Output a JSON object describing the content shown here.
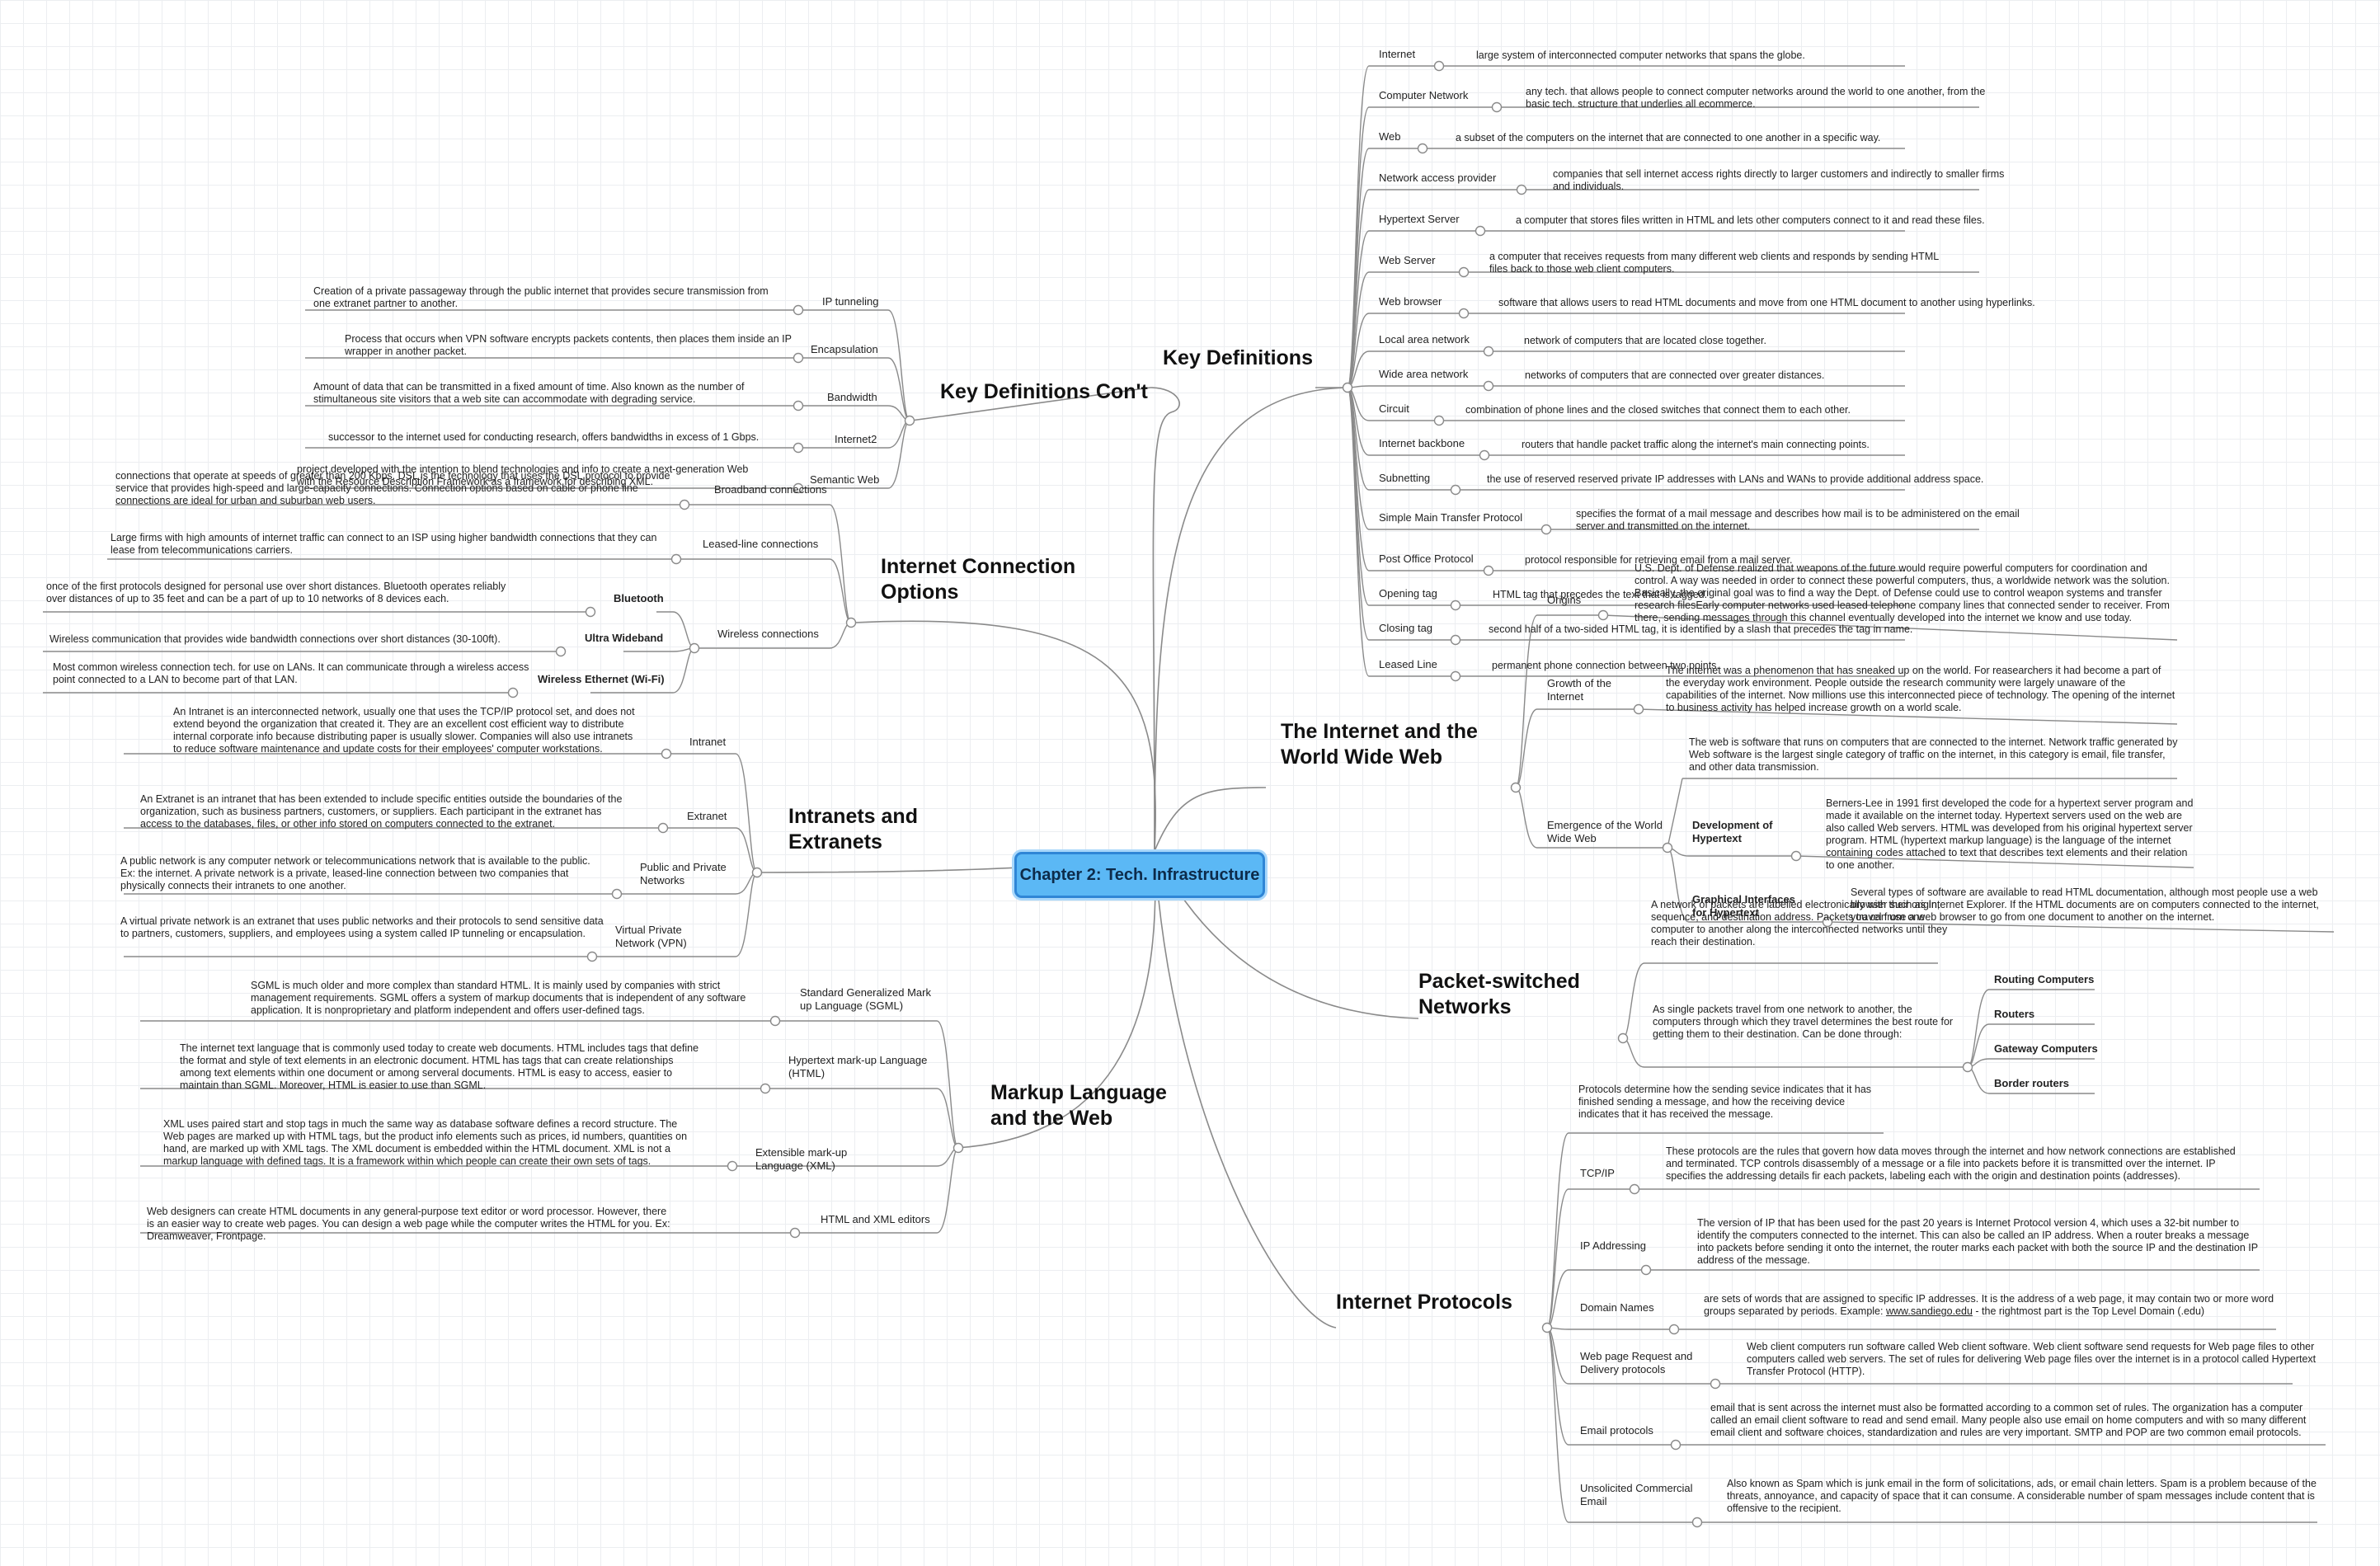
{
  "root": {
    "title": "Chapter 2: Tech. Infrastructure"
  },
  "topics": {
    "key_defs": {
      "title": "Key Definitions",
      "items": [
        {
          "term": "Internet",
          "def": "large system of interconnected computer networks that spans the globe."
        },
        {
          "term": "Computer Network",
          "def": "any tech. that allows people to connect computer networks around the world to one another, from the basic tech. structure that underlies all ecommerce."
        },
        {
          "term": "Web",
          "def": "a subset of the computers on the internet that are connected to one another in a specific way."
        },
        {
          "term": "Network access provider",
          "def": "companies that sell internet access rights directly to larger customers and indirectly to smaller firms and individuals."
        },
        {
          "term": "Hypertext Server",
          "def": "a computer that stores files written in HTML and lets other computers connect to it and read these files."
        },
        {
          "term": "Web Server",
          "def": "a computer that receives requests from many different web clients and responds by sending HTML files back to those web client computers."
        },
        {
          "term": "Web browser",
          "def": "software that allows users to read HTML documents and move from one HTML document to another using hyperlinks."
        },
        {
          "term": "Local area network",
          "def": "network of computers that are located close together."
        },
        {
          "term": "Wide area network",
          "def": "networks of computers that are connected over greater distances."
        },
        {
          "term": "Circuit",
          "def": "combination of phone lines and the closed switches that connect them to each other."
        },
        {
          "term": "Internet backbone",
          "def": "routers that handle packet traffic along the internet's main connecting points."
        },
        {
          "term": "Subnetting",
          "def": "the use of reserved reserved private IP addresses with LANs and WANs to provide additional address space."
        },
        {
          "term": "Simple Main Transfer Protocol",
          "def": "specifies the format of a mail message and describes how mail is to be administered on the email server and transmitted on the internet."
        },
        {
          "term": "Post Office Protocol",
          "def": "protocol responsible for retrieving email from a mail server."
        },
        {
          "term": "Opening tag",
          "def": "HTML tag that precedes the text that is tagged."
        },
        {
          "term": "Closing tag",
          "def": "second half of a two-sided HTML tag, it is identified by a slash that precedes the tag in name."
        },
        {
          "term": "Leased Line",
          "def": "permanent phone connection between two points."
        }
      ]
    },
    "key_defs2": {
      "title": "Key Definitions Con't",
      "items": [
        {
          "term": "IP tunneling",
          "def": "Creation of a private passageway through the public internet that provides secure transmission from one extranet partner to another."
        },
        {
          "term": "Encapsulation",
          "def": "Process that occurs when VPN software encrypts packets contents, then places them inside an IP wrapper in another packet."
        },
        {
          "term": "Bandwidth",
          "def": "Amount of data that can be transmitted in a fixed amount of time.  Also known as the number of stimultaneous site visitors that a web site can accommodate with degrading service."
        },
        {
          "term": "Internet2",
          "def": "successor to the internet used for conducting research, offers bandwidths in excess of 1 Gbps."
        },
        {
          "term": "Semantic Web",
          "def": "project developed with the intention to blend technologies and info to create a next-generation Web with the Resource Description Framework as a framework for describing XML."
        }
      ]
    },
    "connection": {
      "title_line1": "Internet Connection",
      "title_line2": "Options",
      "broadband": {
        "term": "Broadband connections",
        "def": "connections that operate at speeds of greater than 200 Kbps.  DSL is the technology that uses the DSL protocol to provide service that provides high-speed and large-capacity connections. Connection options based on cable or phone line connections are ideal for urban and suburban web users."
      },
      "leased": {
        "term": "Leased-line connections",
        "def": "Large firms with high amounts of internet traffic can connect to an ISP using higher bandwidth connections that they can lease from telecommunications carriers."
      },
      "wireless": {
        "term": "Wireless connections",
        "items": [
          {
            "term": "Bluetooth",
            "def": "once of the first protocols designed for personal use over short distances.  Bluetooth operates reliably over distances of up to 35 feet and can be a part of up to 10 networks of 8 devices each."
          },
          {
            "term": "Ultra Wideband",
            "def": "Wireless communication that provides wide bandwidth connections over short distances (30-100ft)."
          },
          {
            "term": "Wireless Ethernet (Wi-Fi)",
            "def": "Most common wireless connection tech. for use on LANs.  It can communicate through a wireless access point connected to a LAN to become part of that LAN."
          }
        ]
      }
    },
    "intranets": {
      "title_line1": "Intranets and",
      "title_line2": "Extranets",
      "items": [
        {
          "term": "Intranet",
          "def": "An Intranet is an interconnected network, usually one that uses the TCP/IP protocol set, and does not extend beyond the organization that created it.  They are an excellent cost efficient way to distribute internal corporate info because distributing paper is usually slower.  Companies will also use intranets to reduce software maintenance and update costs for their employees' computer workstations."
        },
        {
          "term": "Extranet",
          "def": "An Extranet is an intranet that has been extended to include specific entities outside the boundaries of the organization, such as business partners, customers, or suppliers.  Each participant in the extranet has access to the databases, files, or other info stored on computers connected to the extranet."
        },
        {
          "term": "Public and Private Networks",
          "def": "A public network is any computer network or telecommunications network that is available to the public.  Ex: the internet.  A private network is a private, leased-line connection between two companies that physically connects their intranets to one another."
        },
        {
          "term": "Virtual Private Network (VPN)",
          "def": "A virtual private network is an extranet that uses public networks and their protocols to send sensitive data to partners, customers, suppliers, and employees using a system called IP tunneling or encapsulation."
        }
      ]
    },
    "markup": {
      "title_line1": "Markup Language",
      "title_line2": "and the Web",
      "items": [
        {
          "term": "Standard Generalized Mark up Language (SGML)",
          "def": "SGML is much older and more complex than standard HTML.  It is mainly used by companies with strict management requirements.  SGML offers a system of markup documents that is independent of any software application.  It is nonproprietary and platform independent and offers user-defined tags."
        },
        {
          "term": "Hypertext mark-up Language (HTML)",
          "def": "The internet text language that is commonly used today to create web documents.  HTML includes tags that define the format and style of text elements in an electronic document.  HTML has tags that can create relationships among text elements within one document or among serveral documents.  HTML is easy to access, easier to maintain than SGML.  Moreover, HTML is easier to use than SGML."
        },
        {
          "term": "Extensible mark-up Language (XML)",
          "def": "XML uses paired start and stop tags in much the same way as database software defines a record structure.  The Web pages are marked up with HTML tags, but the product info elements such as prices, id numbers, quantities on hand, are marked up with XML tags.  The XML document is embedded within the HTML document.  XML is not a markup language with defined tags.  It is a framework within which people can create their own sets of tags."
        },
        {
          "term": "HTML and XML editors",
          "def": "Web designers can create HTML documents in any general-purpose text editor or word processor.  However, there is an easier way to create web pages.  You can design a web page while the computer writes the HTML for you.  Ex: Dreamweaver, Frontpage."
        }
      ]
    },
    "internet_www": {
      "title_line1": "The Internet and the",
      "title_line2": "World Wide Web",
      "origins": {
        "term": "Origins",
        "def": "U.S. Dept. of Defense realized that weapons of the future would require powerful computers for coordination and control.  A way was needed in order to connect these powerful computers, thus, a worldwide network was the solution.  Basically, the original goal was to find a way the Dept. of Defense could use to control weapon systems and transfer research filesEarly computer networks used leased telephone company lines that connected sender to receiver.  From there, sending messages through this channel eventually developed into the internet we know and use today."
      },
      "growth": {
        "term": "Growth of the Internet",
        "def": "The internet was a phenomenon that has sneaked up on the world.  For reasearchers it had become a part of the everyday work environment.  People outside the research community were largely unaware of the capabilities of the internet.  Now millions use this interconnected piece of technology.  The opening of the internet to business activity has helped increase growth on a world scale."
      },
      "emergence": {
        "term": "Emergence of the World Wide Web",
        "def": "The web is software that runs on computers that are connected to the internet.  Network traffic generated by Web software is the largest single category of traffic on the internet, in this category is email, file transfer, and other data transmission.",
        "hypertext": {
          "term": "Development of Hypertext",
          "def": "Berners-Lee in 1991 first developed the code for a hypertext server program and made it available on the internet today.  Hypertext servers used on the web are also called Web servers.  HTML was developed from his original hypertext server program.  HTML (hypertext markup language) is the language of the internet containing codes attached to text that describes text elements and their relation to one another."
        },
        "graphical": {
          "term": "Graphical Interfaces for Hypertext",
          "def": "Several types of software are available to read HTML documentation, although most people use a web browser such as Internet Explorer.  If the HTML documents are on computers connected to the internet, you can use a web browser to go from one document to another on the internet."
        }
      }
    },
    "packet": {
      "title_line1": "Packet-switched",
      "title_line2": "Networks",
      "intro": "A network of packets are labelled electronically with their origin, sequence, and destination address.  Packets travel from one computer to another along the interconnected networks until they reach their destination.",
      "routing": "As single packets travel from one network to another, the computers through which they travel determines the best route for getting them to their destination. Can be done through:",
      "routers": [
        "Routing Computers",
        "Routers",
        "Gateway Computers",
        "Border routers"
      ]
    },
    "protocols": {
      "title": "Internet Protocols",
      "intro": "Protocols determine how the sending sevice indicates that it has finished sending a message, and how the receiving device indicates that it has received the message.",
      "items": [
        {
          "term": "TCP/IP",
          "def": "These protocols are the rules that govern how data moves through the internet and how network connections are established and terminated.  TCP controls disassembly of a message or a file into packets before it is transmitted over the internet.  IP specifies the addressing details fir each packets, labeling each with the origin and destination points (addresses)."
        },
        {
          "term": "IP Addressing",
          "def": "The version of IP that has been used for the past 20 years is Internet Protocol version 4, which uses a 32-bit number to identify the computers connected to the internet.  This can also be called an IP address.  When a router breaks a message into packets before sending it onto the internet, the router marks each packet with both the source IP and the destination IP address of the message."
        },
        {
          "term": "Domain Names",
          "def_a": "are sets of words that are assigned to specific IP addresses.  It is the address of a web page, it may contain two or more word groups separated by periods.  Example: ",
          "def_link": "www.sandiego.edu",
          "def_b": " - the rightmost part is the Top Level Domain (.edu)"
        },
        {
          "term": "Web page Request and Delivery protocols",
          "def": "Web client computers run software called Web client software.  Web client software send requests for Web page files to other computers called web servers.  The set of rules for delivering Web page files over the internet is in a protocol called Hypertext Transfer Protocol (HTTP)."
        },
        {
          "term": "Email protocols",
          "def": "email that is sent across the internet must also be formatted according to a common set of rules.  The organization has a computer called an email client software to read and send email.  Many people also use email on home computers and with so many different email client and software choices, standardization and rules are very important.  SMTP and POP are two common email protocols."
        },
        {
          "term": "Unsolicited Commercial Email",
          "def": "Also known as Spam which is junk email in the form of solicitations, ads, or email chain letters.  Spam is a problem because of the threats, annoyance, and capacity of space that it can consume.  A considerable number of spam messages include content that is offensive to the recipient."
        }
      ]
    }
  }
}
